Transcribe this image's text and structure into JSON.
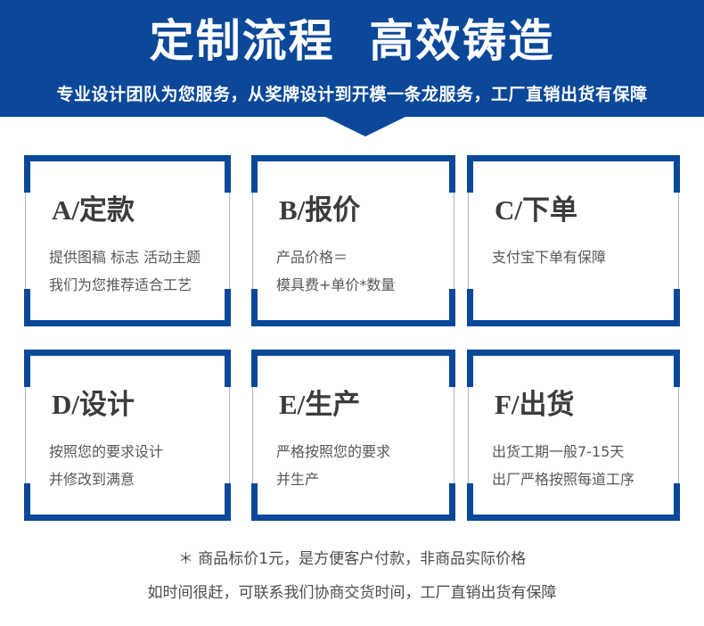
{
  "banner": {
    "title": "定制流程  高效铸造",
    "subtitle": "专业设计团队为您服务，从奖牌设计到开模一条龙服务，工厂直销出货有保障",
    "background_color": "#0b4899",
    "text_color": "#ffffff",
    "notch_icon": "triangle-down-icon"
  },
  "steps": [
    {
      "title": "A/定款",
      "lines": [
        "提供图稿  标志  活动主题",
        "我们为您推荐适合工艺"
      ]
    },
    {
      "title": "B/报价",
      "lines": [
        "产品价格＝",
        "模具费+单价*数量"
      ]
    },
    {
      "title": "C/下单",
      "lines": [
        "支付宝下单有保障"
      ]
    },
    {
      "title": "D/设计",
      "lines": [
        "按照您的要求设计",
        "并修改到满意"
      ]
    },
    {
      "title": "E/生产",
      "lines": [
        "严格按照您的要求",
        "并生产"
      ]
    },
    {
      "title": "F/出货",
      "lines": [
        "出货工期一般7-15天",
        "出厂严格按照每道工序"
      ]
    }
  ],
  "footer": {
    "lines": [
      "＊ 商品标价1元，是方便客户付款，非商品实际价格",
      "如时间很赶，可联系我们协商交货时间，工厂直销出货有保障"
    ]
  },
  "colors": {
    "brand_blue": "#0b4899",
    "card_border": "#a8b6c9",
    "title_gray": "#3b3b3b",
    "body_gray": "#575757",
    "footer_gray": "#4d4d4d"
  }
}
